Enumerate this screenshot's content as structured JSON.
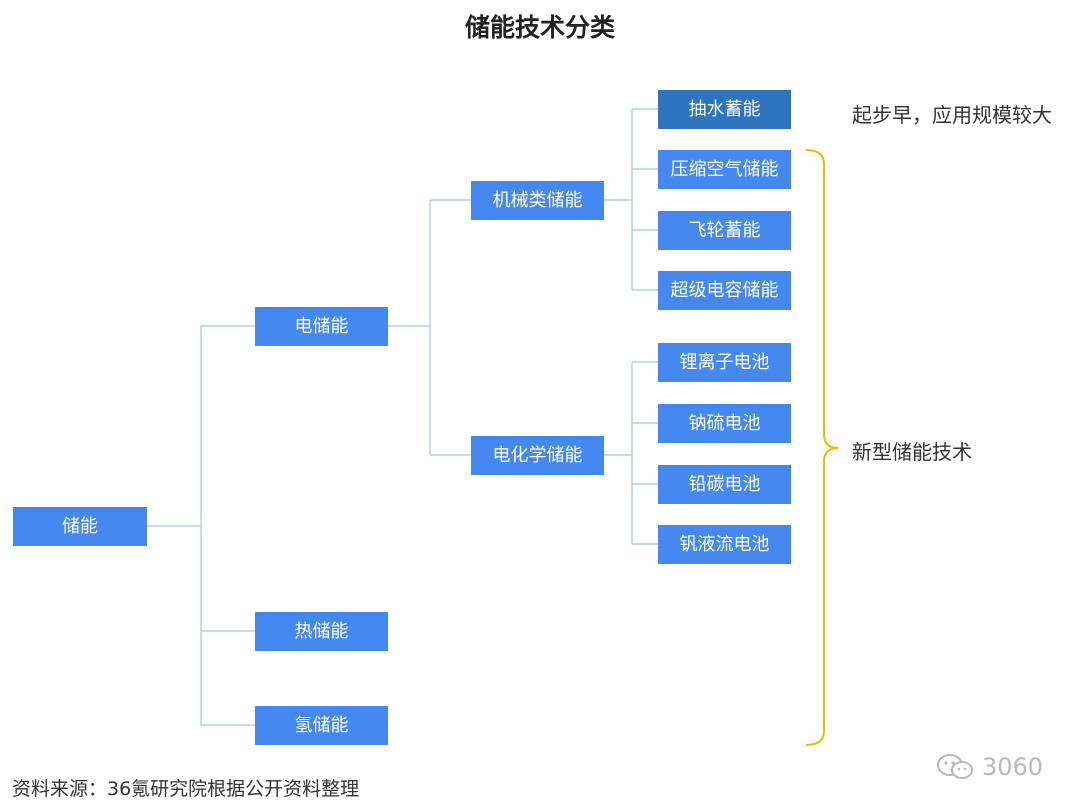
{
  "title": "储能技术分类",
  "nodes": {
    "root": "储能",
    "electric": "电储能",
    "thermal": "热储能",
    "hydrogen": "氢储能",
    "mechanical": "机械类储能",
    "electrochemical": "电化学储能",
    "mechanical_children": [
      "抽水蓄能",
      "压缩空气储能",
      "飞轮蓄能",
      "超级电容储能"
    ],
    "electrochemical_children": [
      "锂离子电池",
      "钠硫电池",
      "铅碳电池",
      "钒液流电池"
    ]
  },
  "annotations": {
    "pumped_hydro_note": "起步早，应用规模较大",
    "new_type_note": "新型储能技术"
  },
  "source": "资料来源：36氪研究院根据公开资料整理",
  "watermark": {
    "text": "3060",
    "icon": "wechat-icon"
  },
  "colors": {
    "node": "#4589f0",
    "node_highlight": "#2e74be",
    "connector": "#a9c3e6",
    "bracket": "#f5b800"
  }
}
